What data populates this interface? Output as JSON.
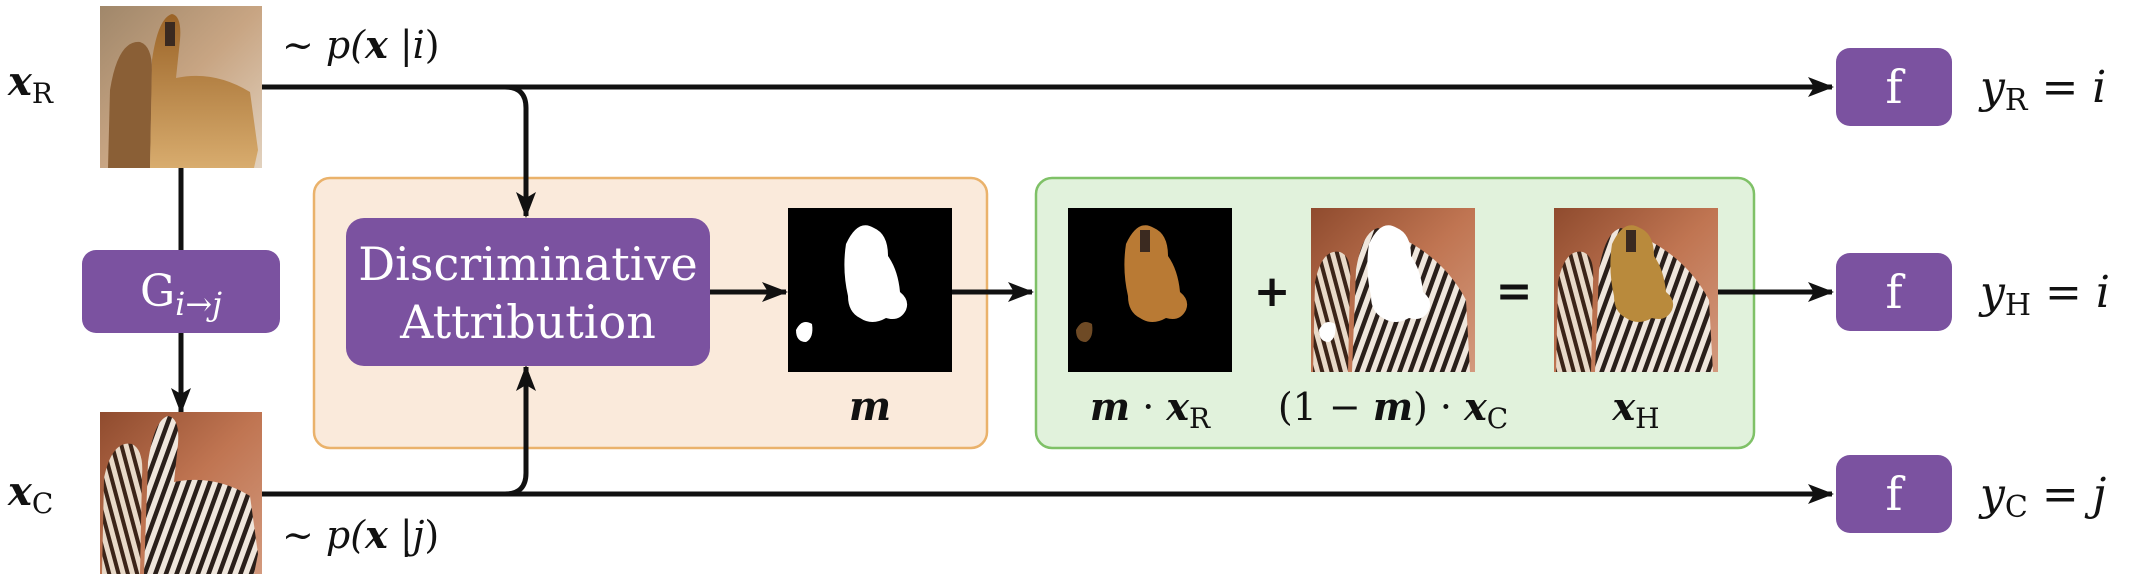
{
  "colors": {
    "purple": "#7b52a0",
    "orange_fill": "#faeadb",
    "orange_stroke": "#eab26b",
    "green_fill": "#e1f2dc",
    "green_stroke": "#7fc167",
    "arrow": "#111111"
  },
  "inputs": {
    "real": {
      "symbol": "x",
      "sub": "R",
      "dist_prefix": "~ p(",
      "dist_var": "x",
      "dist_cond": " |",
      "dist_class": "i",
      "dist_suffix": ")"
    },
    "counterfactual": {
      "symbol": "x",
      "sub": "C",
      "dist_prefix": "~ p(",
      "dist_var": "x",
      "dist_cond": " |",
      "dist_class": "j",
      "dist_suffix": ")"
    }
  },
  "generator": {
    "base": "G",
    "sub": "i→j"
  },
  "attribution": {
    "line1": "Discriminative",
    "line2": "Attribution"
  },
  "mask": {
    "label": "m"
  },
  "composition": {
    "term1": {
      "m": "m",
      "dot": " · ",
      "x": "x",
      "sub": "R"
    },
    "plus": "+",
    "term2": {
      "open": "(1 − ",
      "m": "m",
      "close": ") · ",
      "x": "x",
      "sub": "C"
    },
    "equals": "=",
    "result": {
      "x": "x",
      "sub": "H"
    }
  },
  "classifiers": [
    {
      "label": "f",
      "out_var": "y",
      "out_sub": "R",
      "out_eq": " = ",
      "out_class": "i"
    },
    {
      "label": "f",
      "out_var": "y",
      "out_sub": "H",
      "out_eq": " = ",
      "out_class": "i"
    },
    {
      "label": "f",
      "out_var": "y",
      "out_sub": "C",
      "out_eq": " = ",
      "out_class": "j"
    }
  ]
}
